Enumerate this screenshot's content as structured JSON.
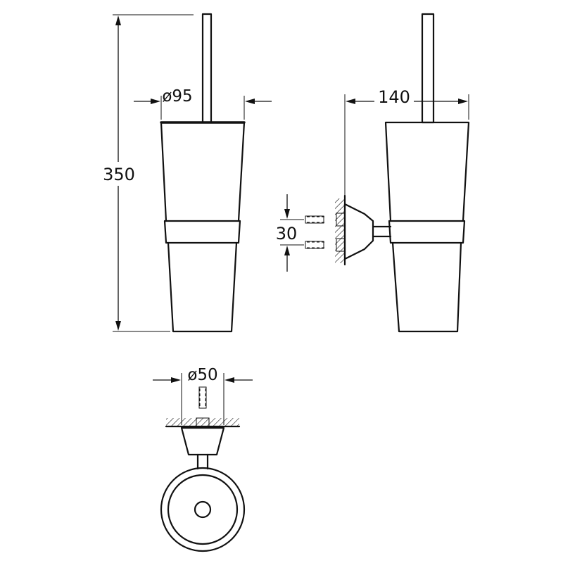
{
  "dimensions": {
    "height": "350",
    "head_diameter": "ø95",
    "projection": "140",
    "mount_spacing": "30",
    "base_diameter": "ø50"
  },
  "colors": {
    "line": "#111111",
    "background": "#ffffff"
  }
}
